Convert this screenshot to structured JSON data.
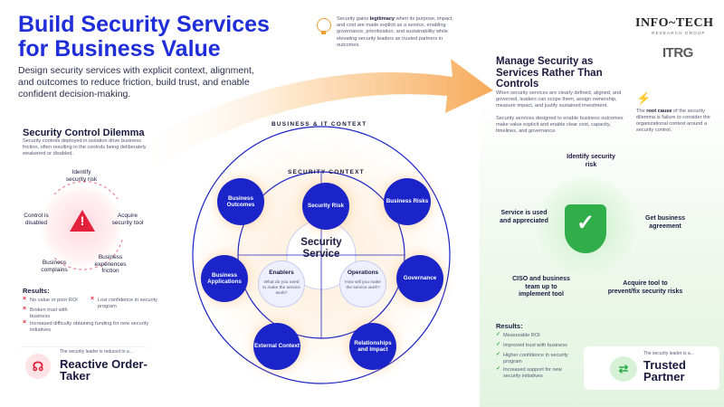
{
  "header": {
    "title": "Build Security Services for Business Value",
    "intro": "Design security services with explicit context, alignment, and outcomes to reduce friction, build trust, and enable confident decision-making."
  },
  "callout": {
    "icon": "lightbulb-icon",
    "lead": "Security gains ",
    "bold": "legitimacy",
    "rest": " when its purpose, impact, and cost are made explicit as a service, enabling governance, prioritization, and sustainability while elevating security leaders as trusted partners in outcomes."
  },
  "logo": {
    "main": "INFO~TECH",
    "sub": "RESEARCH GROUP",
    "itrg": "ITRG"
  },
  "manage": {
    "title": "Manage Security as Services Rather Than Controls",
    "p1": "When security services are clearly defined, aligned, and governed, leaders can scope them, assign ownership, measure impact, and justify sustained investment.",
    "p2": "Security services designed to enable business outcomes make value explicit and enable clear cost, capacity, timelines, and governance."
  },
  "root_cause": {
    "lead": "The ",
    "bold": "root cause",
    "rest": " of the security dilemma is failure to consider the organizational context around a security control."
  },
  "dilemma": {
    "title": "Security Control Dilemma",
    "text": "Security controls deployed in isolation drive business friction, often resulting in the controls being deliberately weakened or disabled.",
    "cycle": {
      "identify": "Identify security risk",
      "acquire": "Acquire security tool",
      "experiences": "Business experiences friction",
      "complains": "Business complains",
      "disabled": "Control is disabled"
    },
    "results_title": "Results:",
    "results": [
      "No value or poor ROI",
      "Lost confidence in security program",
      "Broken trust with business",
      "Increased difficulty obtaining funding for new security initiatives"
    ],
    "outcome_small": "The security leader is reduced to a...",
    "outcome_label": "Reactive Order-Taker"
  },
  "diagram": {
    "outer_label": "BUSINESS & IT CONTEXT",
    "inner_label": "SECURITY CONTEXT",
    "core": "Security Service",
    "nodes": {
      "business_outcomes": "Business Outcomes",
      "security_risk": "Security Risk",
      "business_risks": "Business Risks",
      "business_applications": "Business Applications",
      "governance": "Governance",
      "external_context": "External Context",
      "relationships": "Relationships and Impact"
    },
    "enablers": {
      "title": "Enablers",
      "sub": "What do you need to make the service work?"
    },
    "operations": {
      "title": "Operations",
      "sub": "How will you make the service work?"
    }
  },
  "trusted": {
    "cycle": {
      "identify": "Identify security risk",
      "agreement": "Get business agreement",
      "acquire": "Acquire tool to prevent/fix security risks",
      "ciso": "CISO and business team up to implement tool",
      "used": "Service is used and appreciated"
    },
    "results_title": "Results:",
    "results": [
      "Measurable ROI",
      "Improved trust with business",
      "Higher confidence in security program",
      "Increased support for new security initiatives"
    ],
    "outcome_small": "The security leader is a...",
    "outcome_label": "Trusted Partner"
  },
  "colors": {
    "brand_blue": "#1f2ed8",
    "node_blue": "#1a24c8",
    "alert_red": "#e4213c",
    "success_green": "#2fae4a",
    "accent_orange": "#f0a030"
  }
}
